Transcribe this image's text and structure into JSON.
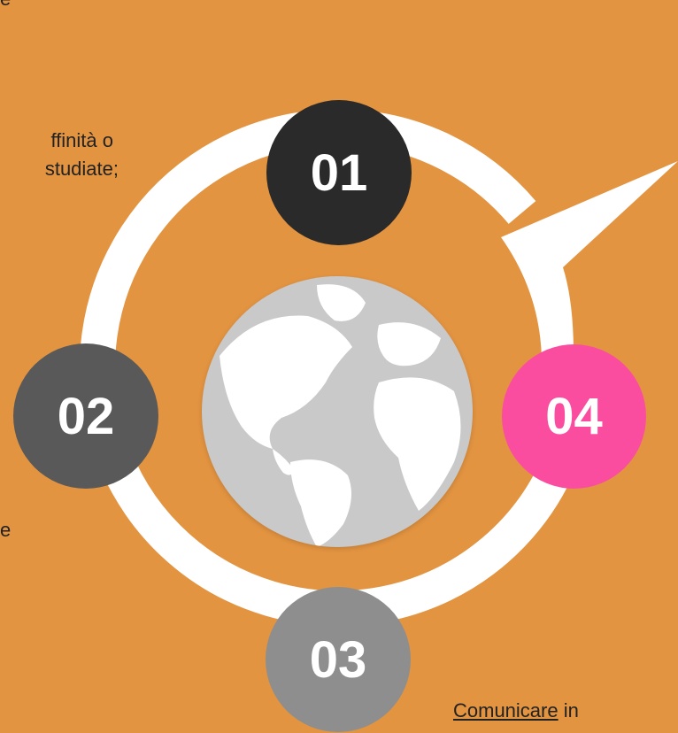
{
  "text_fragments": {
    "top": "e",
    "line1": "ffinità o",
    "line2": "studiate;",
    "line3": "e",
    "bottom_link": "Comunicare",
    "bottom_rest": " in"
  },
  "steps": [
    {
      "number": "01",
      "color": "#2A2A2A"
    },
    {
      "number": "02",
      "color": "#595959"
    },
    {
      "number": "03",
      "color": "#8E8E8E"
    },
    {
      "number": "04",
      "color": "#FB4DA0"
    }
  ],
  "colors": {
    "background": "#E39441",
    "ring": "#FFFFFF",
    "globe_ocean": "#C9C9C9",
    "globe_land": "#FFFFFF"
  },
  "globe": {
    "icon": "globe-icon"
  }
}
